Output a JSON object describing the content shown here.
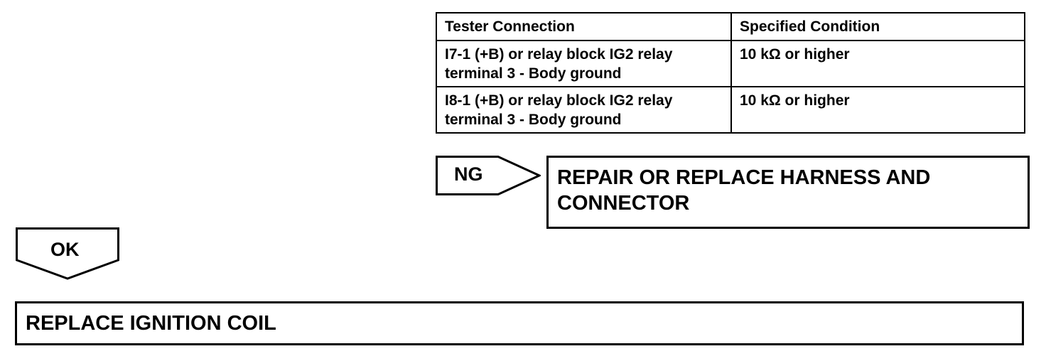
{
  "table": {
    "headers": [
      "Tester Connection",
      "Specified Condition"
    ],
    "rows": [
      {
        "connection_line1": "I7-1 (+B) or relay block IG2 relay",
        "connection_line2": "terminal 3 - Body ground",
        "condition": "10 kΩ or higher"
      },
      {
        "connection_line1": "I8-1 (+B) or relay block IG2 relay",
        "connection_line2": "terminal 3 - Body ground",
        "condition": "10 kΩ or higher"
      }
    ]
  },
  "ng_branch": {
    "label": "NG",
    "action_line1": "REPAIR OR REPLACE HARNESS AND",
    "action_line2": "CONNECTOR"
  },
  "ok_branch": {
    "label": "OK"
  },
  "result": {
    "text": "REPLACE IGNITION COIL"
  }
}
